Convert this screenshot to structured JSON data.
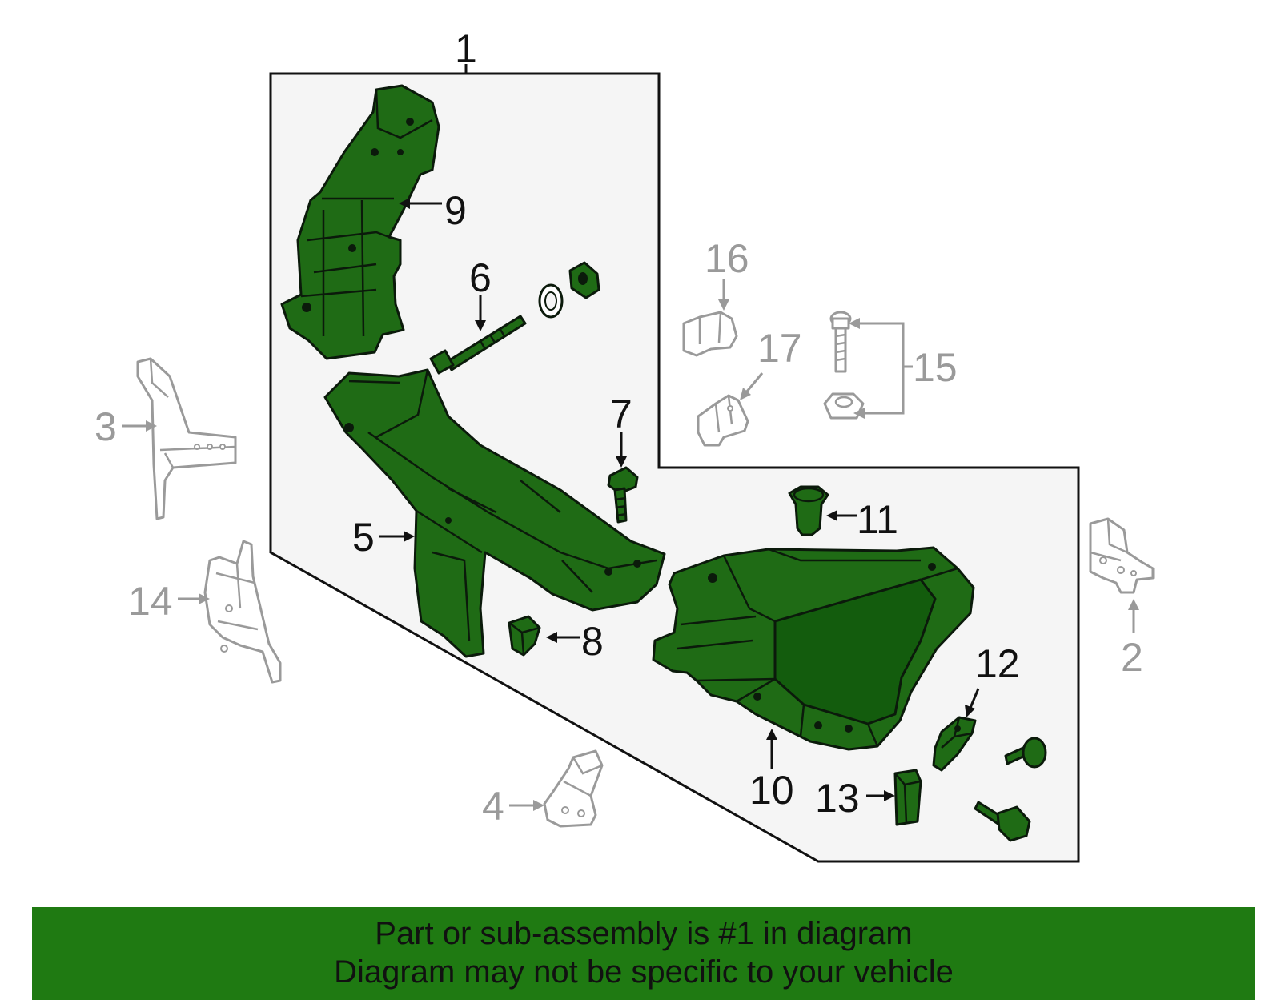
{
  "diagram": {
    "callouts": {
      "c1": "1",
      "c2": "2",
      "c3": "3",
      "c4": "4",
      "c5": "5",
      "c6": "6",
      "c7": "7",
      "c8": "8",
      "c9": "9",
      "c10": "10",
      "c11": "11",
      "c12": "12",
      "c13": "13",
      "c14": "14",
      "c15": "15",
      "c16": "16",
      "c17": "17"
    },
    "colors": {
      "part_fill": "#1f6b15",
      "panel_fill": "#f5f5f5",
      "highlight": "#1f7a12",
      "unselected_part": "#9a9a9a"
    }
  },
  "banner": {
    "line1": "Part or sub-assembly is #1 in diagram",
    "line2": "Diagram may not be specific to your vehicle"
  }
}
